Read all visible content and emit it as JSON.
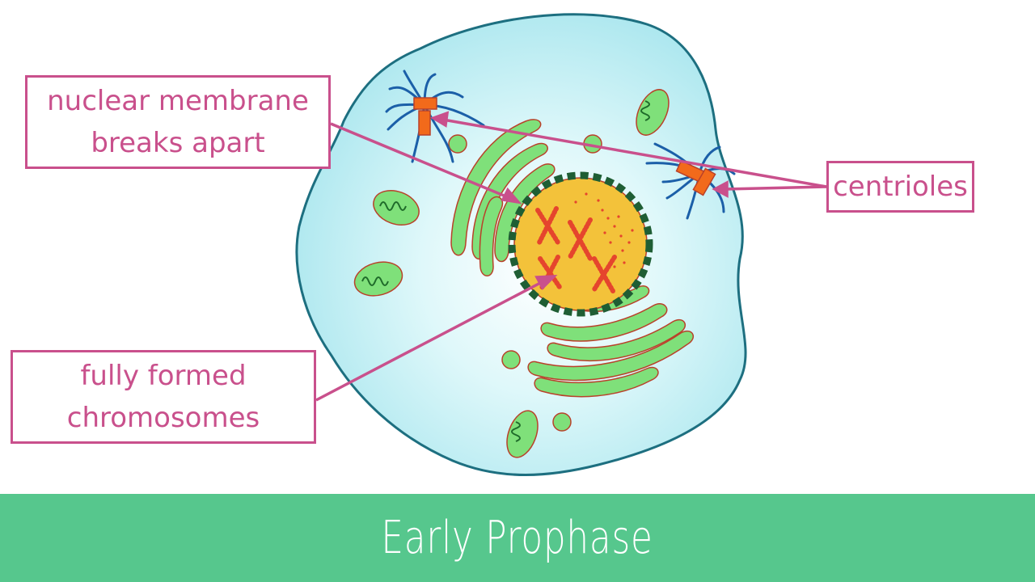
{
  "labels": {
    "nuclear_membrane": [
      "nuclear membrane",
      "breaks apart"
    ],
    "chromosomes": [
      "fully formed",
      "chromosomes"
    ],
    "centrioles": "centrioles"
  },
  "footer": {
    "title": "Early Prophase"
  },
  "colors": {
    "label_pink": "#c9508c",
    "cell_fill": "#bfeff4",
    "cell_outline": "#1d6f80",
    "organelle_green": "#7fe07a",
    "nucleus_yellow": "#f3c23a",
    "membrane_dashes": "#1f5e34",
    "chromosome_red": "#e5452d",
    "centriole_orange": "#f26a1b",
    "spindle_blue": "#1b5fa8",
    "footer_green": "#56c78d"
  }
}
